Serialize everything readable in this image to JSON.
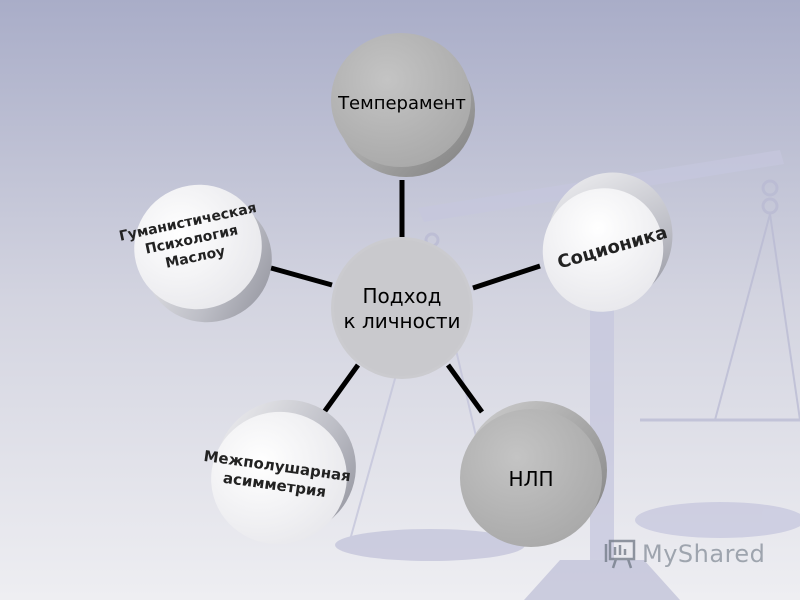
{
  "diagram": {
    "center": {
      "line1": "Подход",
      "line2": "к личности"
    },
    "nodes": {
      "top": {
        "label": "Темперамент"
      },
      "right": {
        "label": "Соционика"
      },
      "bottom_right": {
        "label": "НЛП"
      },
      "bottom_left": {
        "line1": "Межполушарная",
        "line2": "асимметрия"
      },
      "left": {
        "line1": "Гуманистическая",
        "line2": "Психология",
        "line3": "Маслоу"
      }
    }
  },
  "watermark": {
    "text": "MyShared"
  },
  "colors": {
    "background_top": "#a9aec9",
    "background_bottom": "#f1f1f4",
    "connector": "#000000",
    "gray_disc": "#b6b6b6",
    "white_disc": "#f4f4f6",
    "scales": "#c3c4dc"
  }
}
